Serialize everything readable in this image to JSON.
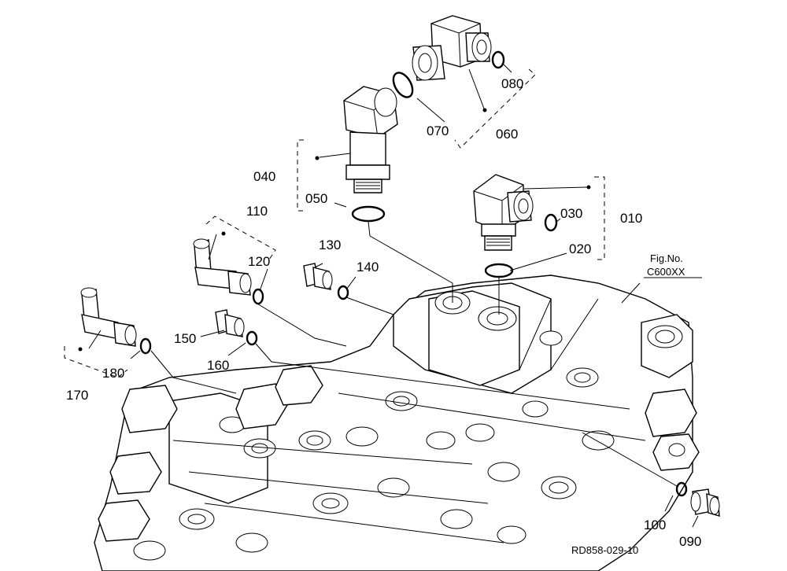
{
  "figure": {
    "fig_no_title": "Fig.No.",
    "fig_no": "C600XX",
    "drawing_code": "RD858-029-10"
  },
  "callouts": [
    "010",
    "020",
    "030",
    "040",
    "050",
    "060",
    "070",
    "080",
    "090",
    "100",
    "110",
    "120",
    "130",
    "140",
    "150",
    "160",
    "170",
    "180"
  ]
}
